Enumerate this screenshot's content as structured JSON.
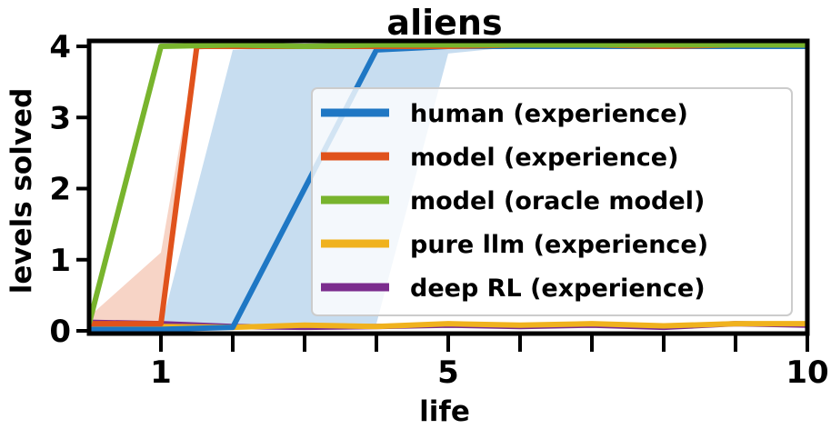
{
  "chart_data": {
    "type": "line",
    "title": "aliens",
    "xlabel": "life",
    "ylabel": "levels solved",
    "xlim": [
      0,
      10
    ],
    "ylim": [
      0,
      4
    ],
    "x_ticks_major": [
      1,
      5,
      10
    ],
    "x_ticks_minor": [
      2,
      3,
      4,
      6,
      7,
      8,
      9
    ],
    "y_ticks": [
      0,
      1,
      2,
      3,
      4
    ],
    "legend_position": "center-right",
    "grid": false,
    "series": [
      {
        "name": "human (experience)",
        "color": "#1f77c4",
        "x": [
          0,
          1,
          2,
          3,
          4,
          5,
          6,
          7,
          8,
          9,
          10
        ],
        "y": [
          0.02,
          0.02,
          0.05,
          2.0,
          3.95,
          4.0,
          4.0,
          4.0,
          4.0,
          4.0,
          4.0
        ],
        "band_lower": [
          0.02,
          0.02,
          0.02,
          0.05,
          0.1,
          3.9,
          4.0,
          4.0,
          4.0,
          4.0,
          4.0
        ],
        "band_upper": [
          0.02,
          0.05,
          3.95,
          4.0,
          4.0,
          4.0,
          4.0,
          4.0,
          4.0,
          4.0,
          4.0
        ]
      },
      {
        "name": "model (experience)",
        "color": "#e0521c",
        "x": [
          0,
          1,
          1.5,
          2,
          3,
          4,
          5,
          6,
          7,
          8,
          9,
          10
        ],
        "y": [
          0.1,
          0.1,
          4.0,
          4.0,
          4.0,
          4.0,
          4.0,
          4.02,
          4.02,
          4.0,
          4.02,
          4.02
        ],
        "band_lower": [
          0.05,
          0.05,
          3.95,
          4.0,
          4.0,
          4.0,
          4.0,
          4.0,
          4.0,
          4.0,
          4.0,
          4.0
        ],
        "band_upper": [
          0.2,
          1.1,
          4.0,
          4.0,
          4.0,
          4.0,
          4.0,
          4.02,
          4.02,
          4.0,
          4.02,
          4.02
        ]
      },
      {
        "name": "model (oracle model)",
        "color": "#78b42d",
        "x": [
          0,
          1,
          2,
          3,
          4,
          5,
          6,
          7,
          8,
          9,
          10
        ],
        "y": [
          0.1,
          4.0,
          4.02,
          4.0,
          4.02,
          4.02,
          4.02,
          4.02,
          4.02,
          4.02,
          4.02
        ]
      },
      {
        "name": "pure llm (experience)",
        "color": "#f0b21e",
        "x": [
          0,
          1,
          2,
          3,
          4,
          5,
          6,
          7,
          8,
          9,
          10
        ],
        "y": [
          0.05,
          0.06,
          0.05,
          0.08,
          0.06,
          0.1,
          0.08,
          0.1,
          0.07,
          0.1,
          0.1
        ]
      },
      {
        "name": "deep RL (experience)",
        "color": "#7b2d8e",
        "x": [
          0,
          1,
          2,
          3,
          4,
          5,
          6,
          7,
          8,
          9,
          10
        ],
        "y": [
          0.12,
          0.1,
          0.06,
          0.05,
          0.06,
          0.08,
          0.06,
          0.08,
          0.05,
          0.1,
          0.08
        ]
      }
    ]
  }
}
